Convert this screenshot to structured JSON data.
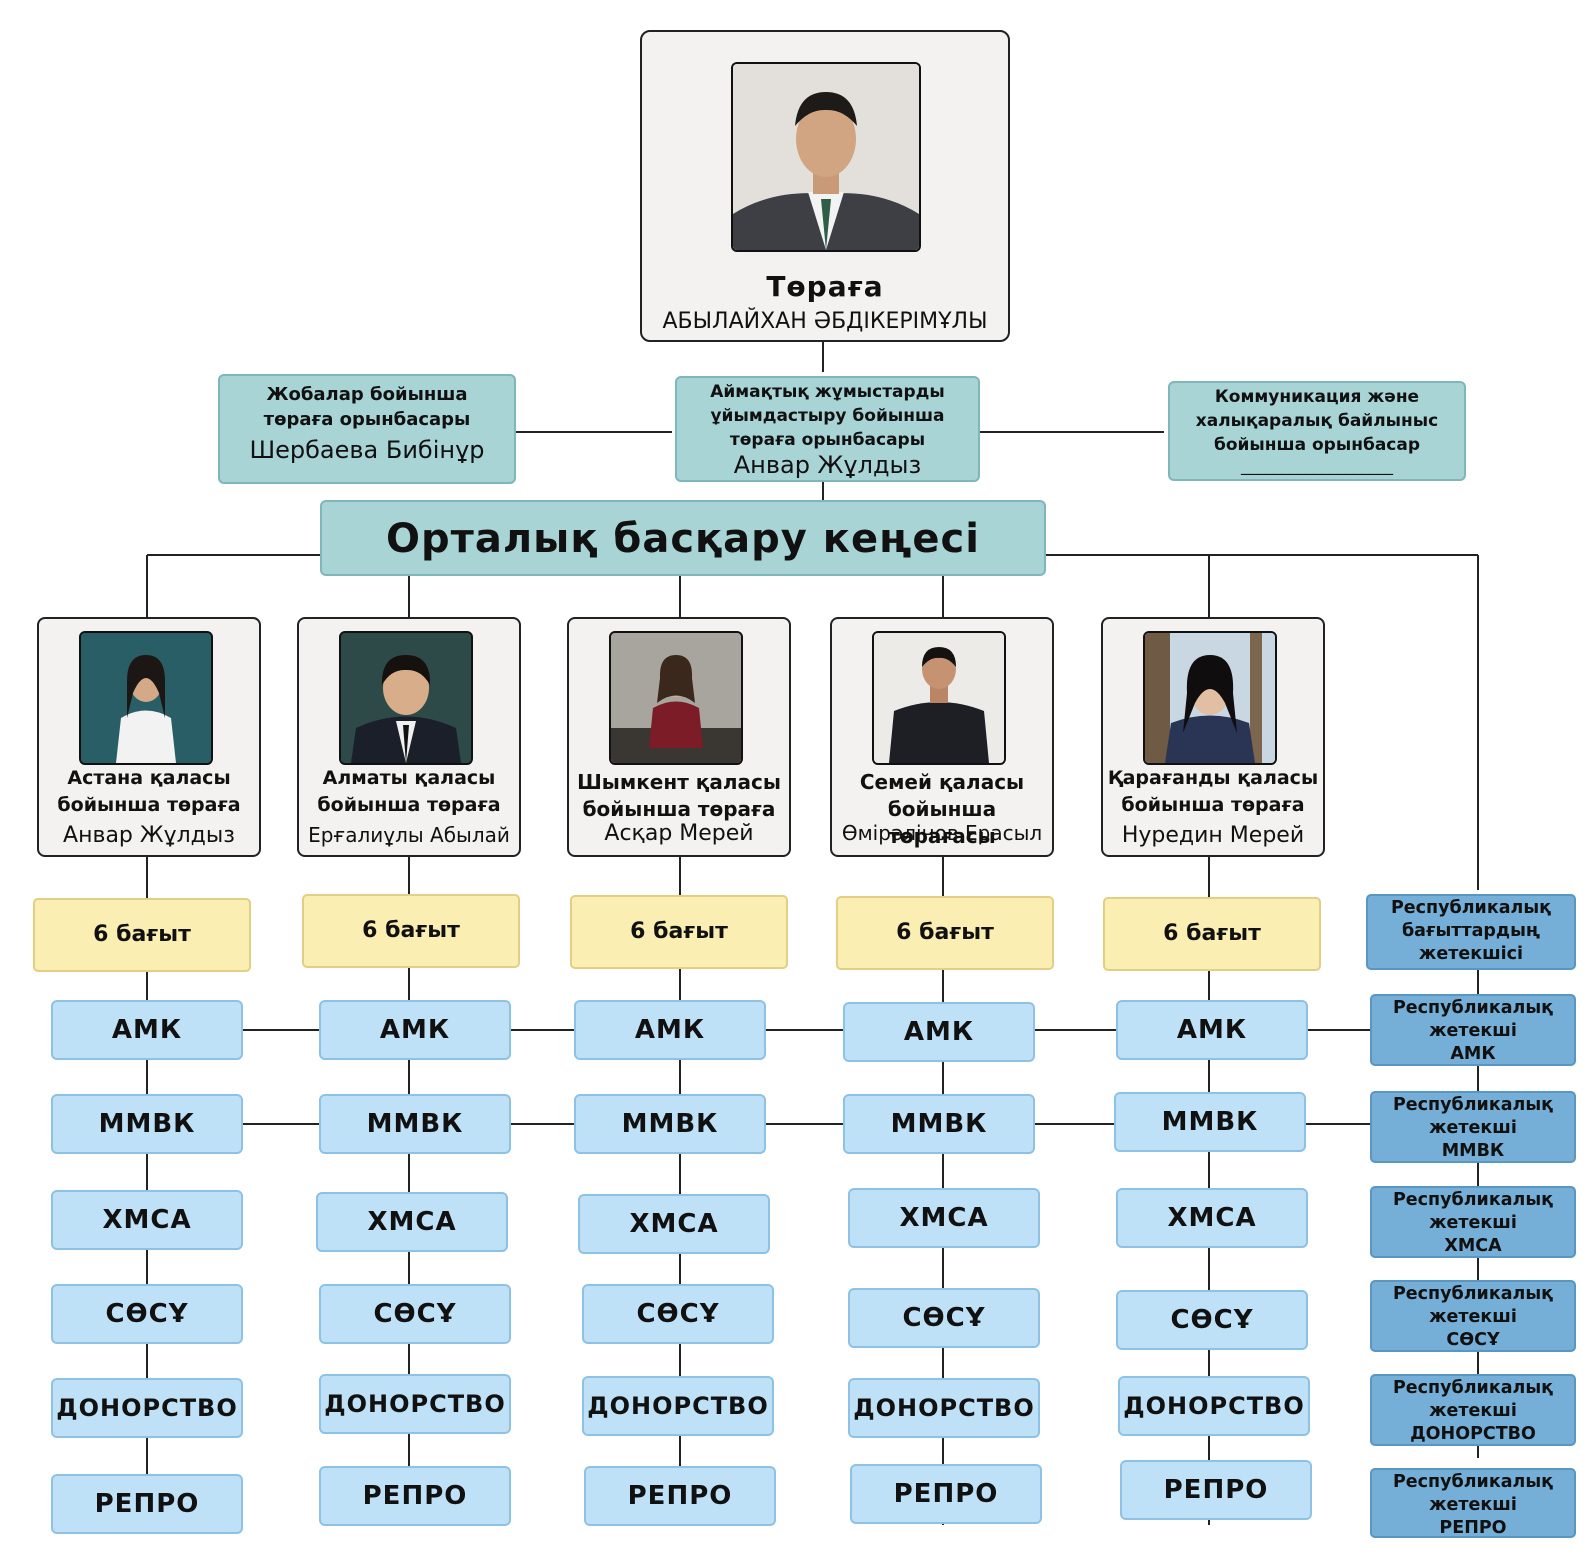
{
  "chairman": {
    "title": "Төраға",
    "name": "АБЫЛАЙХАН ӘБДІКЕРІМҰЛЫ"
  },
  "deputies": [
    {
      "title_line1": "Жобалар бойынша",
      "title_line2": "төраға орынбасары",
      "title_line3": "",
      "name": "Шербаева Бибінұр"
    },
    {
      "title_line1": "Аймақтық жұмыстарды",
      "title_line2": "ұйымдастыру бойынша",
      "title_line3": "төраға орынбасары",
      "name": "Анвар Жұлдыз"
    },
    {
      "title_line1": "Коммуникация және",
      "title_line2": "халықаралық байлыныс",
      "title_line3": "бойынша орынбасар",
      "name": "___________________"
    }
  ],
  "council": {
    "title": "Орталық басқару кеңесі"
  },
  "cities": [
    {
      "line1": "Астана қаласы",
      "line2": "бойынша төраға",
      "name": "Анвар Жұлдыз"
    },
    {
      "line1": "Алматы қаласы",
      "line2": "бойынша төраға",
      "name": "Ерғалиұлы Абылай"
    },
    {
      "line1": "Шымкент қаласы",
      "line2": "бойынша төраға",
      "name": "Асқар Мерей"
    },
    {
      "line1": "Семей қаласы",
      "line2": "бойынша төрағасы",
      "name": "Өмірәлінов Ерасыл"
    },
    {
      "line1": "Қарағанды қаласы",
      "line2": "бойынша төраға",
      "name": "Нуредин Мерей"
    }
  ],
  "direction_label": "6 бағыт",
  "units": {
    "amk": "АМК",
    "mmvk": "ММВК",
    "hmsa": "ХМСА",
    "sosu": "СӨСҰ",
    "donor": "ДОНОРСТВО",
    "repro": "РЕПРО"
  },
  "republic": {
    "head": {
      "line1": "Республикалық",
      "line2": "бағыттардың",
      "line3": "жетекшісі"
    },
    "leader_line1": "Республикалық",
    "leader_line2": "жетекші"
  }
}
